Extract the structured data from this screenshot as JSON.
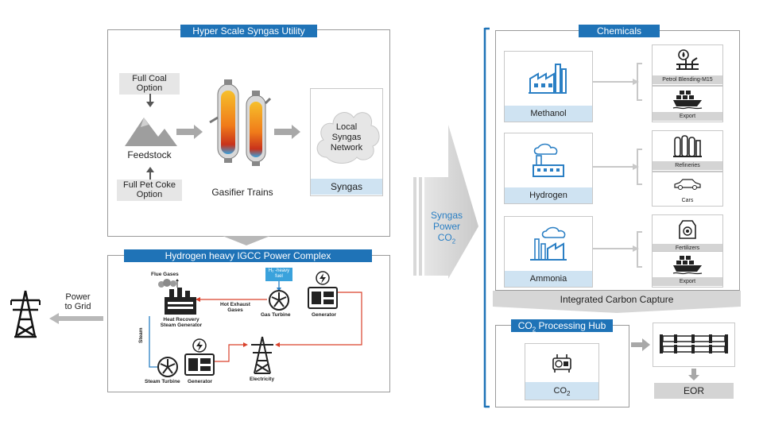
{
  "utility": {
    "title": "Hyper Scale Syngas Utility",
    "full_coal": [
      "Full Coal",
      "Option"
    ],
    "feedstock": "Feedstock",
    "full_pet_coke": [
      "Full Pet Coke",
      "Option"
    ],
    "gasifier": "Gasifier Trains",
    "network": [
      "Local",
      "Syngas",
      "Network"
    ],
    "syngas": "Syngas"
  },
  "igcc": {
    "title": "Hydrogen heavy IGCC Power Complex",
    "flue_gases": "Flue Gases",
    "h2_fuel": [
      "H₂ -heavy",
      "fuel"
    ],
    "hrsg": [
      "Heat Recovery",
      "Steam Generator"
    ],
    "hot_exhaust": [
      "Hot Exhaust",
      "Gases"
    ],
    "gas_turbine": "Gas Turbine",
    "generator_top": "Generator",
    "steam": "Steam",
    "steam_turbine": "Steam Turbine",
    "generator_bottom": "Generator",
    "electricity": "Electricity"
  },
  "grid": {
    "label": [
      "Power",
      "to Grid"
    ]
  },
  "flow": {
    "lines": [
      "Syngas",
      "Power",
      "CO"
    ],
    "sub": "2"
  },
  "chemicals": {
    "title": "Chemicals",
    "methanol": "Methanol",
    "hydrogen": "Hydrogen",
    "ammonia": "Ammonia",
    "petrol": "Petrol Blending-M15",
    "export1": "Export",
    "refineries": "Refineries",
    "cars": "Cars",
    "fertilizers": "Fertilizers",
    "export2": "Export"
  },
  "capture": {
    "label": "Integrated Carbon Capture"
  },
  "hub": {
    "title_main": "CO",
    "title_sub": "2",
    "title_rest": " Processing Hub",
    "co2_main": "CO",
    "co2_sub": "2"
  },
  "eor": {
    "label": "EOR"
  },
  "colors": {
    "accent": "#1f73b7",
    "label_fill": "#cfe3f2",
    "arrow": "#c8c8c8",
    "red_flow": "#d9412b"
  }
}
